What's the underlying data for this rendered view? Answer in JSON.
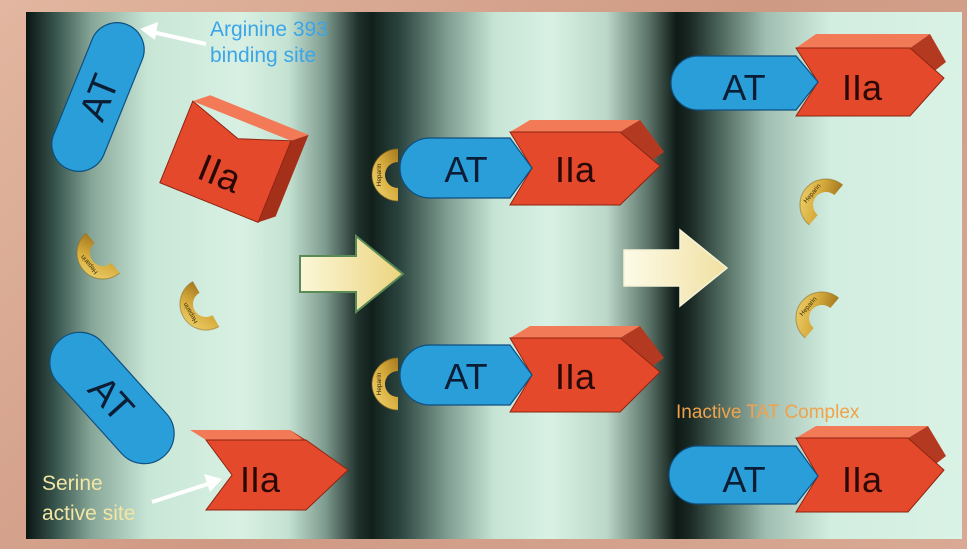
{
  "labels": {
    "at": "AT",
    "thrombin": "IIa",
    "heparin": "Heparin",
    "arginine_line1": "Arginine 393",
    "arginine_line2": "binding site",
    "serine_line1": "Serine",
    "serine_line2": "active site",
    "inactive_complex": "Inactive TAT Complex"
  },
  "colors": {
    "at_blue": "#2aa0dc",
    "thrombin_red": "#e64a2c",
    "heparin_gold": "#dcb74c",
    "arginine_label": "#3aa6e8",
    "serine_label": "#f2e6a2",
    "inactive_label": "#f0a24a",
    "arrow_fill": "#f3e7a8"
  },
  "icons": [
    "process-arrow-icon",
    "pointer-arrow-icon"
  ]
}
